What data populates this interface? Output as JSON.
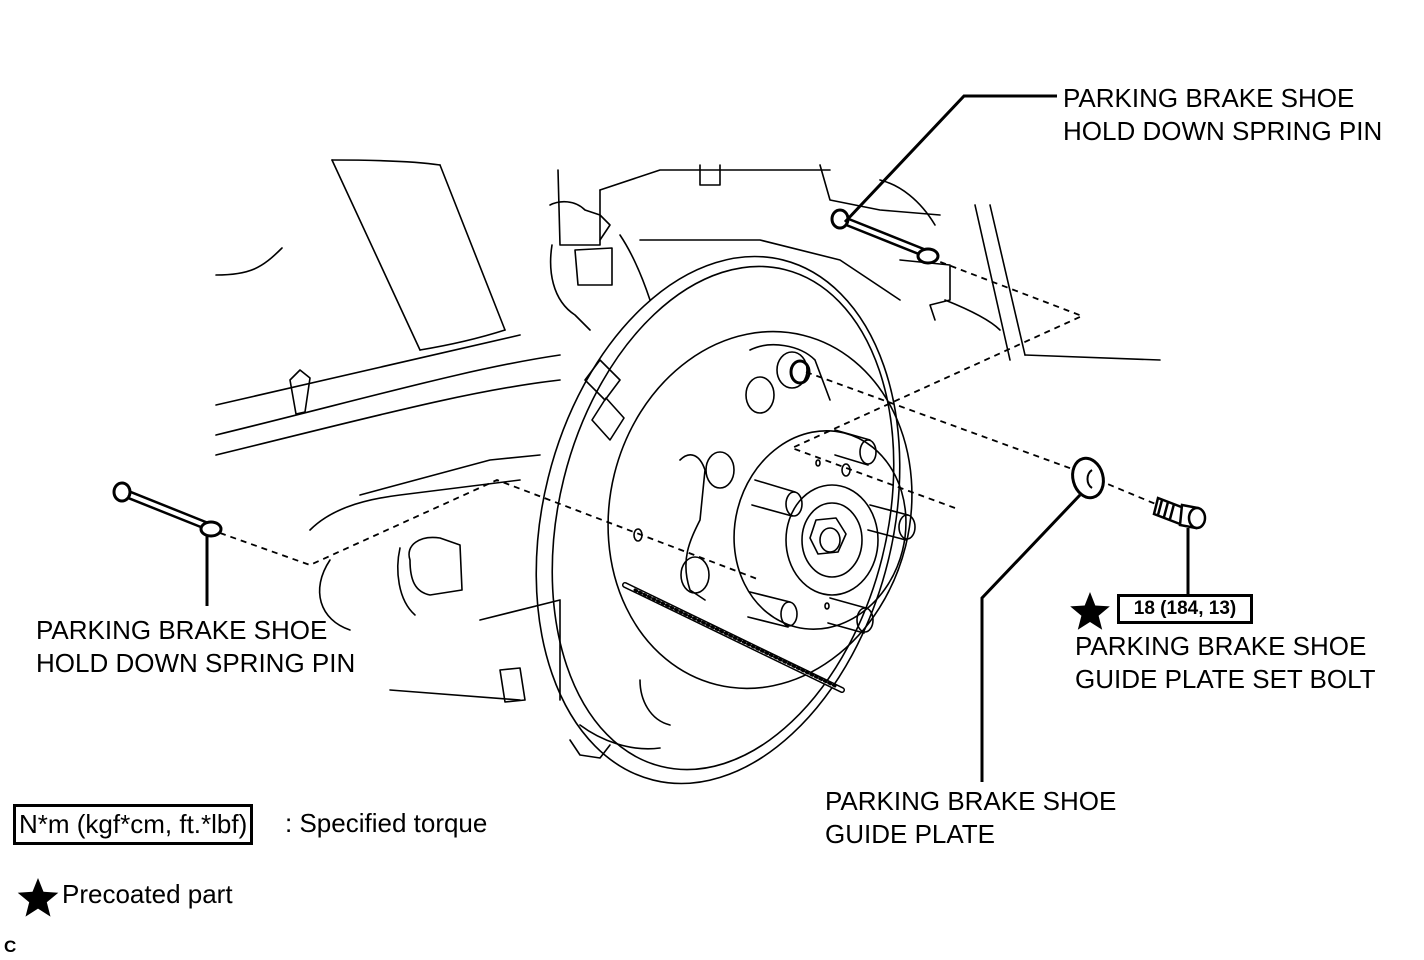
{
  "labels": {
    "pin_top_line1": "PARKING BRAKE SHOE",
    "pin_top_line2": "HOLD DOWN SPRING PIN",
    "pin_left_line1": "PARKING BRAKE SHOE",
    "pin_left_line2": "HOLD DOWN SPRING PIN",
    "bolt_line1": "PARKING BRAKE SHOE",
    "bolt_line2": "GUIDE PLATE SET BOLT",
    "plate_line1": "PARKING BRAKE SHOE",
    "plate_line2": "GUIDE PLATE"
  },
  "torque": {
    "value": "18 (184, 13)"
  },
  "legend": {
    "torque_units": "N*m (kgf*cm, ft.*lbf)",
    "torque_desc": ": Specified torque",
    "precoat_desc": "Precoated part"
  },
  "corner_code": "C"
}
